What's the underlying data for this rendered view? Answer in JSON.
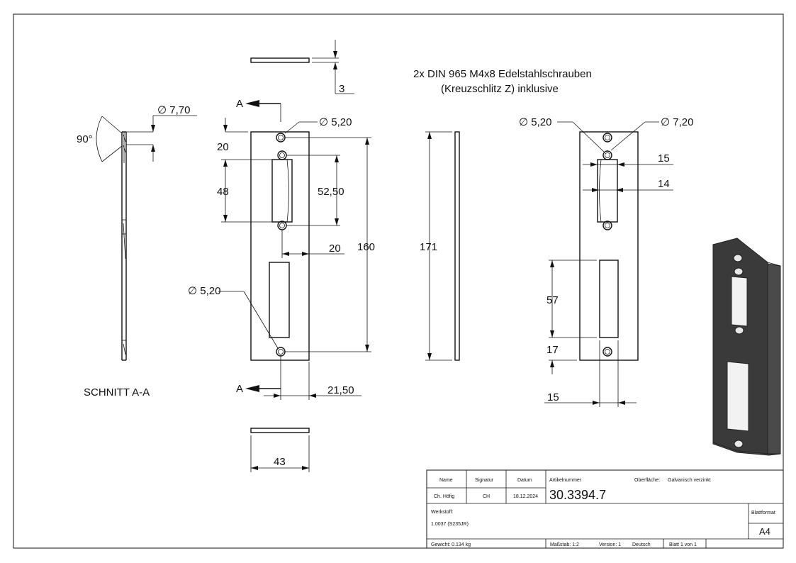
{
  "notes": {
    "screws_line1": "2x DIN 965 M4x8 Edelstahlschrauben",
    "screws_line2": "(Kreuzschlitz Z) inklusive",
    "section_label": "SCHNITT A-A",
    "section_marker": "A"
  },
  "dimensions": {
    "thickness": "3",
    "width": "43",
    "hole_dia_small": "∅ 5,20",
    "hole_dia_large": "∅ 7,70",
    "countersink_angle": "90°",
    "top_offset": "20",
    "cutout_height": "48",
    "hole_spacing": "52,50",
    "hole_spacing_total": "160",
    "lateral_offset": "20",
    "hole_dia_lower": "∅ 5,20",
    "hole_x": "21,50",
    "total_length": "171",
    "right_hole_small": "∅ 5,20",
    "right_hole_large": "∅ 7,20",
    "cutout_width_outer": "15",
    "cutout_width_inner": "14",
    "slot_height": "57",
    "slot_bottom": "17",
    "slot_width": "15"
  },
  "title_block": {
    "name_label": "Name",
    "signature_label": "Signatur",
    "date_label": "Datum",
    "article_label": "Artikelnummer",
    "surface_label": "Oberfläche:",
    "surface_value": "Galvanisch verzinkt",
    "name_value": "Ch. Höfig",
    "signature_value": "CH",
    "date_value": "18.12.2024",
    "article_value": "30.3394.7",
    "material_label": "Werkstoff:",
    "material_value": "1.0037 (S235JR)",
    "format_label": "Blattformat",
    "format_value": "A4",
    "weight": "Gewicht: 0.134 kg",
    "scale": "Maßstab: 1:2",
    "version": "Version: 1",
    "language": "Deutsch",
    "sheet": "Blatt 1 von 1"
  }
}
